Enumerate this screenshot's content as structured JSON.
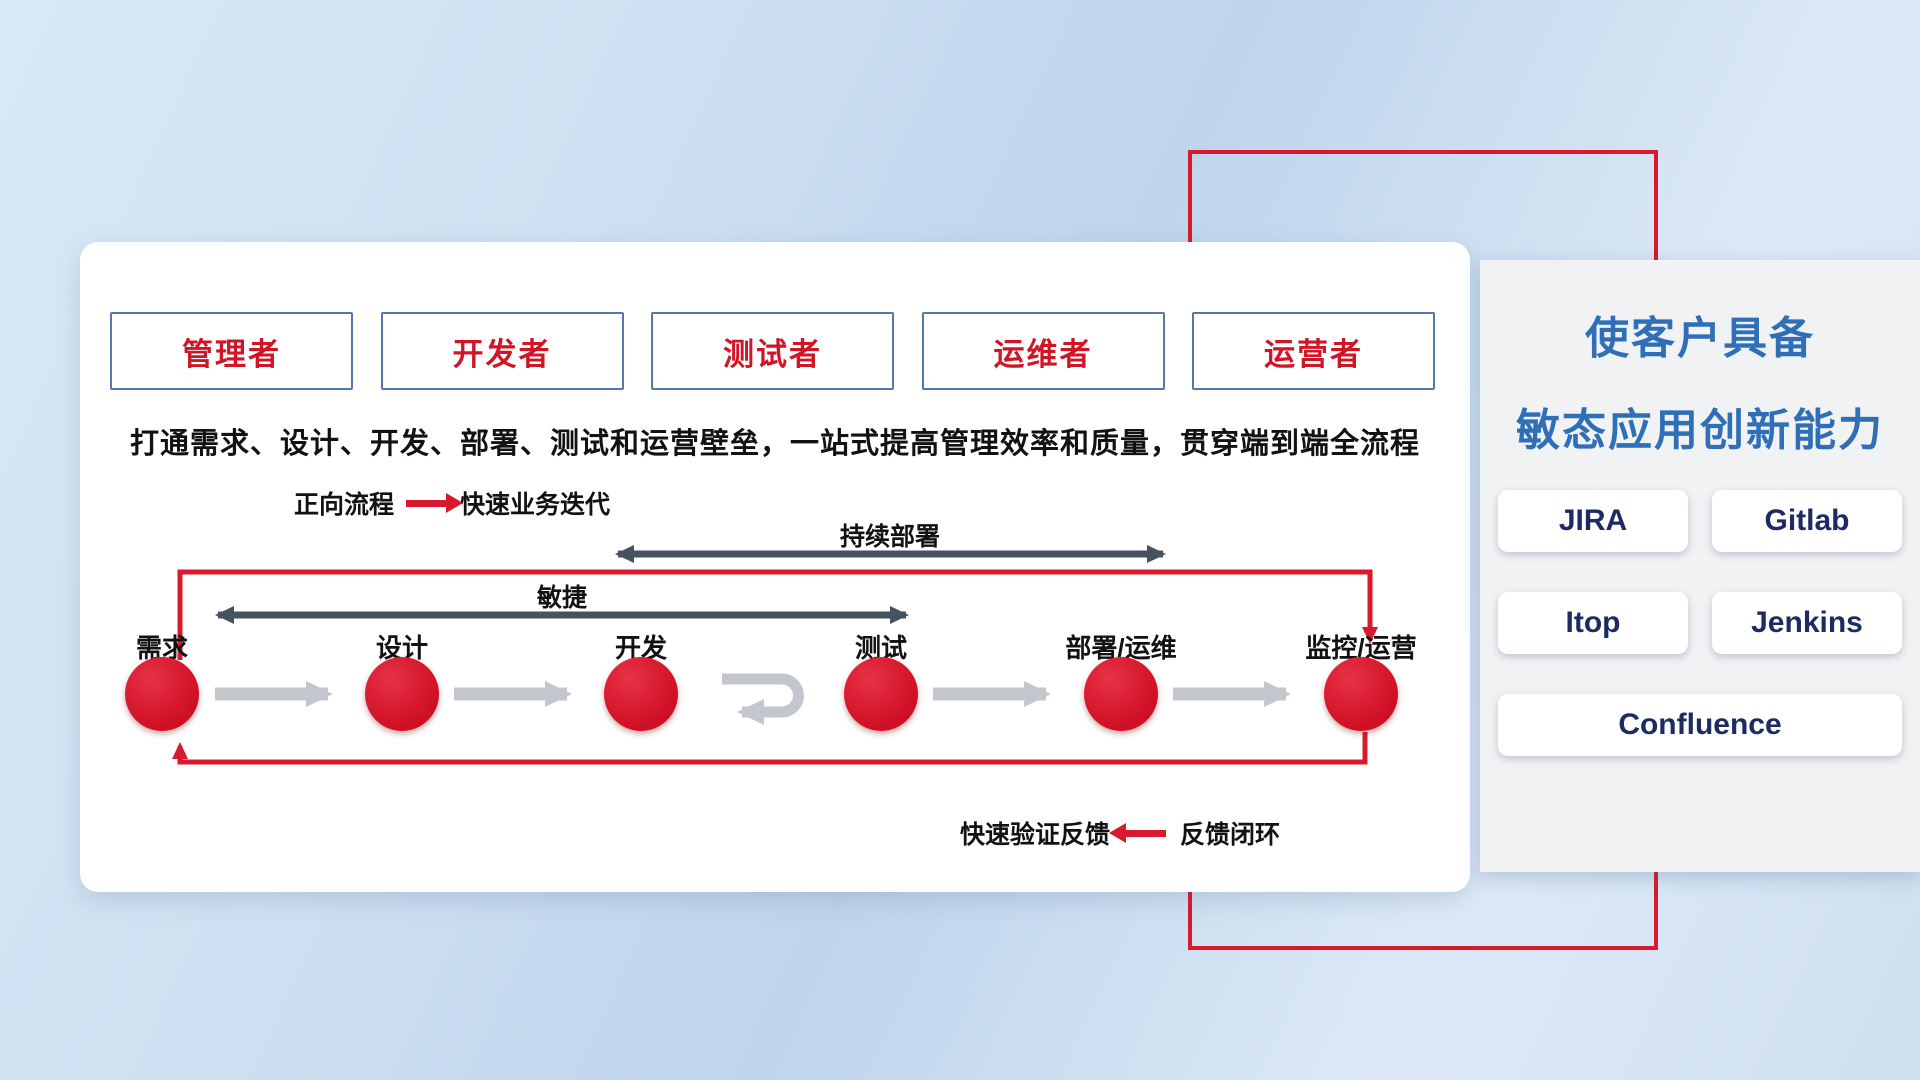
{
  "roles": {
    "items": [
      {
        "label": "管理者"
      },
      {
        "label": "开发者"
      },
      {
        "label": "测试者"
      },
      {
        "label": "运维者"
      },
      {
        "label": "运营者"
      }
    ]
  },
  "description": "打通需求、设计、开发、部署、测试和运营壁垒，一站式提高管理效率和质量，贯穿端到端全流程",
  "legend_forward": {
    "label": "正向流程",
    "value": "快速业务迭代"
  },
  "legend_feedback": {
    "value": "快速验证反馈",
    "label": "反馈闭环"
  },
  "flow": {
    "agile_label": "敏捷",
    "cd_label": "持续部署",
    "stages": [
      {
        "label": "需求"
      },
      {
        "label": "设计"
      },
      {
        "label": "开发"
      },
      {
        "label": "测试"
      },
      {
        "label": "部署/运维"
      },
      {
        "label": "监控/运营"
      }
    ]
  },
  "panel": {
    "title_line1": "使客户具备",
    "title_line2": "敏态应用创新能力",
    "tools": [
      {
        "name": "JIRA"
      },
      {
        "name": "Gitlab"
      },
      {
        "name": "Itop"
      },
      {
        "name": "Jenkins"
      },
      {
        "name": "Confluence"
      }
    ]
  },
  "colors": {
    "red": "#d8192e",
    "title_blue": "#2e6fb7",
    "tool_navy": "#1d2b63",
    "dark_arrow": "#46525f",
    "gray_arrow": "#c3c7cd"
  }
}
